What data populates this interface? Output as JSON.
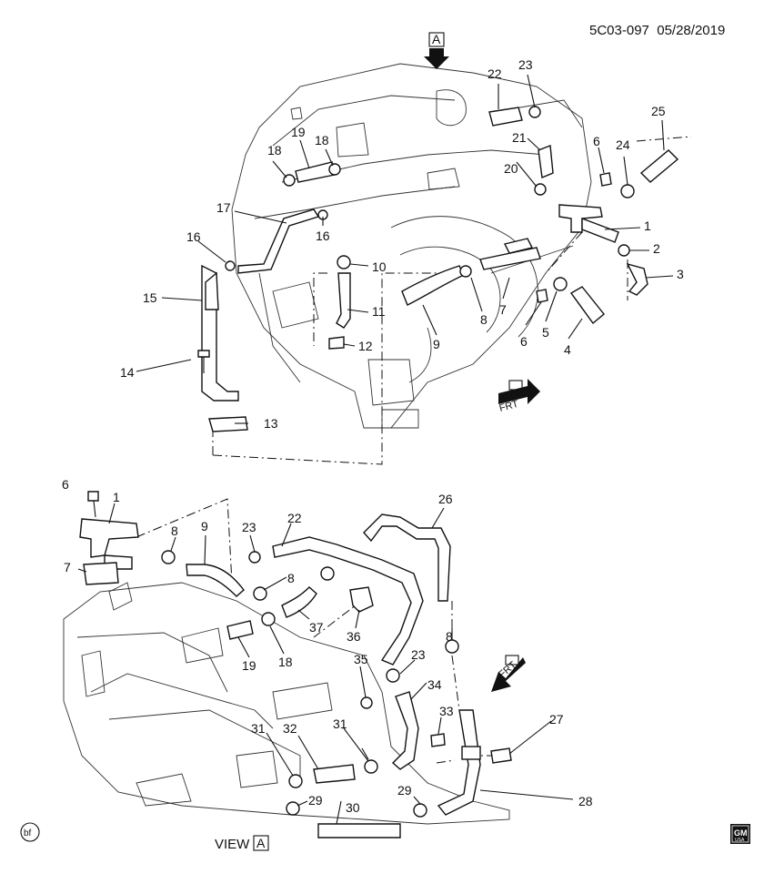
{
  "header": {
    "diagram_code": "5C03-097",
    "date": "05/28/2019"
  },
  "view_marker": {
    "letter": "A"
  },
  "view_caption": {
    "text": "VIEW",
    "letter": "A"
  },
  "front_marker": "FRT",
  "corner_left": "bf",
  "corner_right": {
    "line1": "GM",
    "line2": "USA"
  },
  "callouts_top": [
    "1",
    "2",
    "3",
    "4",
    "5",
    "6",
    "6",
    "7",
    "8",
    "9",
    "10",
    "11",
    "12",
    "13",
    "14",
    "15",
    "16",
    "16",
    "17",
    "18",
    "18",
    "19",
    "20",
    "21",
    "22",
    "23",
    "24",
    "25"
  ],
  "callouts_bottom": [
    "1",
    "6",
    "7",
    "8",
    "8",
    "8",
    "9",
    "18",
    "19",
    "22",
    "23",
    "23",
    "26",
    "27",
    "28",
    "29",
    "29",
    "30",
    "31",
    "31",
    "32",
    "33",
    "34",
    "35",
    "36",
    "37"
  ]
}
